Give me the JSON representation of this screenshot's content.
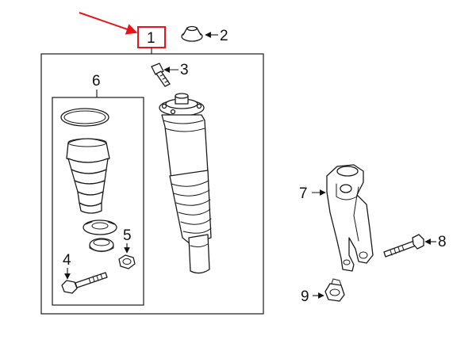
{
  "callouts": {
    "p1": "1",
    "p2": "2",
    "p3": "3",
    "p4": "4",
    "p5": "5",
    "p6": "6",
    "p7": "7",
    "p8": "8",
    "p9": "9"
  },
  "colors": {
    "highlight": "#e8141c",
    "line": "#1a1a1a",
    "background": "#ffffff"
  }
}
